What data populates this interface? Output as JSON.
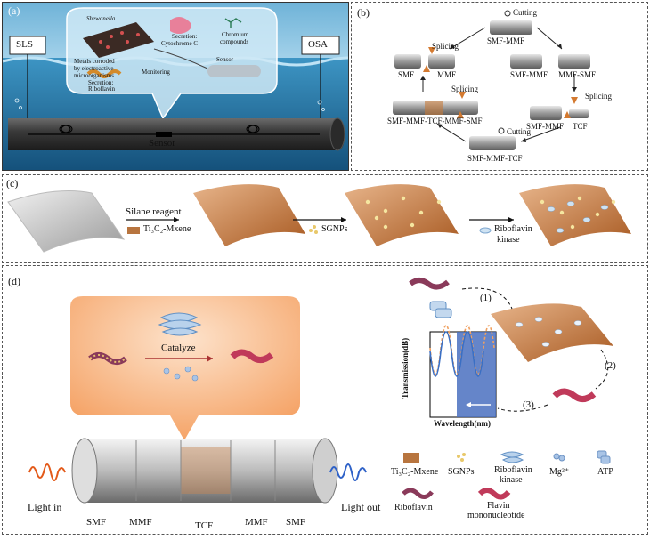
{
  "panels": {
    "a": {
      "label": "(a)",
      "sls": "SLS",
      "osa": "OSA",
      "sensor": "Sensor",
      "bubble": {
        "shewanella": "Shewanella",
        "metals_line1": "Metals corroded",
        "metals_line2": "by electroactive",
        "metals_line3": "microorganisms",
        "secretion_cyt1": "Secretion:",
        "secretion_cyt2": "Cytochrome C",
        "chromium1": "Chromium",
        "chromium2": "compounds",
        "monitoring": "Monitoring",
        "sensor": "Sensor",
        "secretion_rib1": "Secretion:",
        "secretion_rib2": "Riboflavin"
      }
    },
    "b": {
      "label": "(b)",
      "cutting_top": "Cutting",
      "smf_mmf_top": "SMF-MMF",
      "splicing_left": "Splicing",
      "smf": "SMF",
      "mmf": "MMF",
      "smf_mmf_right": "SMF-MMF",
      "mmf_smf": "MMF-SMF",
      "splicing_bottom_left": "Splicing",
      "smf_mmf_tcf_mmf_smf": "SMF-MMF-TCF-MMF-SMF",
      "splicing_right": "Splicing",
      "smf_mmf_lower": "SMF-MMF",
      "tcf": "TCF",
      "cutting_bottom": "Cutting",
      "smf_mmf_tcf": "SMF-MMF-TCF"
    },
    "c": {
      "label": "(c)",
      "silane": "Silane reagent",
      "ti3c2": "Ti₃C₂-Mxene",
      "sgnps": "SGNPs",
      "riboflavin1": "Riboflavin",
      "riboflavin2": "kinase"
    },
    "d": {
      "label": "(d)",
      "catalyze": "Catalyze",
      "light_in": "Light in",
      "light_out": "Light out",
      "fibers": [
        "SMF",
        "MMF",
        "TCF",
        "MMF",
        "SMF"
      ],
      "step1": "(1)",
      "step2": "(2)",
      "step3": "(3)",
      "ylabel": "Transmission(dB)",
      "xlabel": "Wavelength(nm)",
      "legend": {
        "ti3c2": "Ti₃C₂-Mxene",
        "sgnps": "SGNPs",
        "riboflavin_kinase1": "Riboflavin",
        "riboflavin_kinase2": "kinase",
        "mg": "Mg²⁺",
        "atp": "ATP",
        "riboflavin": "Riboflavin",
        "fmn1": "Flavin",
        "fmn2": "mononucleotide"
      }
    }
  },
  "colors": {
    "sea": "#2e7fb0",
    "mxene": "#b8753f",
    "bubble": "#f7b27a",
    "blue_line": "#3a6fc4",
    "orange_line": "#d9782a"
  }
}
